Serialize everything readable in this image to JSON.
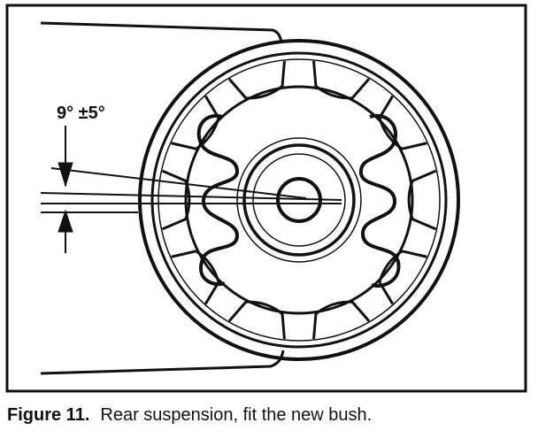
{
  "figure": {
    "angle_label": "9° ±5°"
  },
  "caption": {
    "label": "Figure 11.",
    "text": "Rear suspension, fit the new bush."
  },
  "colors": {
    "ink": "#111111",
    "background": "#ffffff"
  }
}
